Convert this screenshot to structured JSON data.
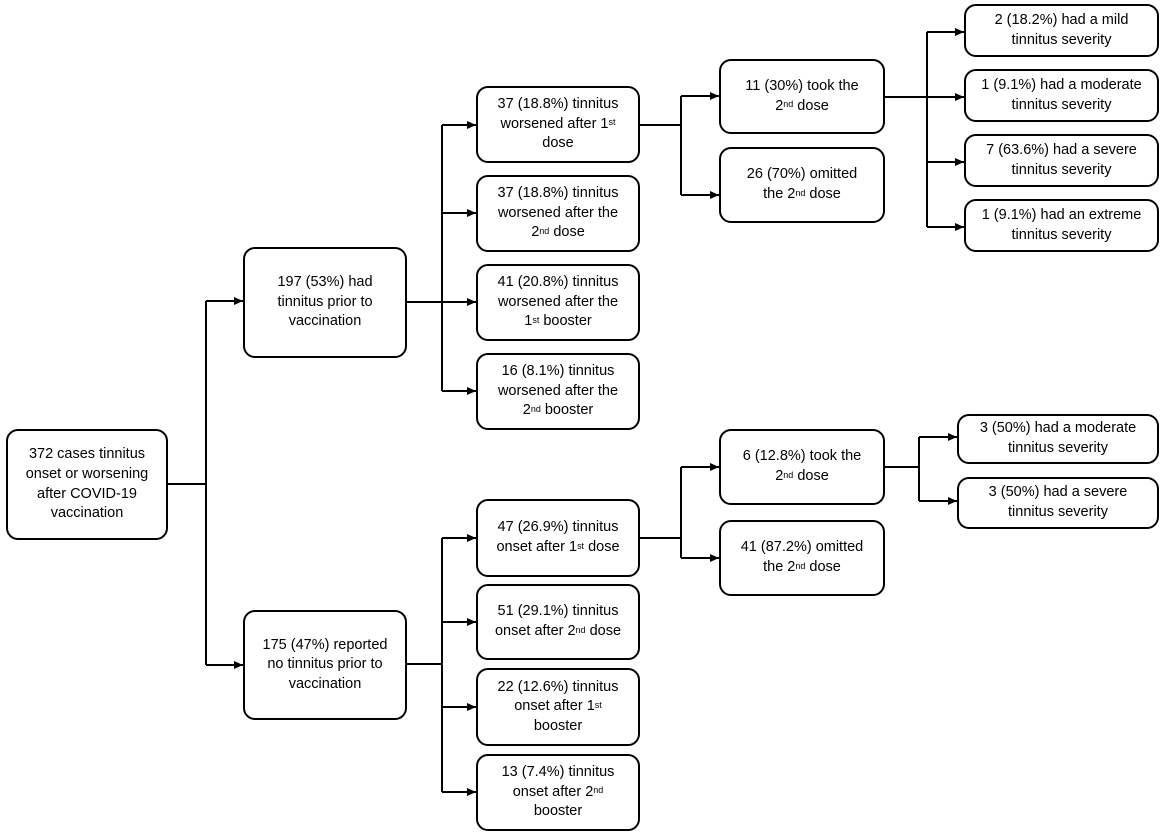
{
  "nodes": {
    "root": {
      "lines": [
        [
          "372 cases tinnitus"
        ],
        [
          "onset or worsening"
        ],
        [
          "after  COVID-19"
        ],
        [
          "vaccination"
        ]
      ]
    },
    "prior": {
      "lines": [
        [
          "197 (53%) had"
        ],
        [
          "tinnitus prior to"
        ],
        [
          "vaccination"
        ]
      ]
    },
    "noprior": {
      "lines": [
        [
          "175 (47%) reported"
        ],
        [
          "no tinnitus prior to"
        ],
        [
          "vaccination"
        ]
      ]
    },
    "w1": {
      "lines": [
        [
          "37 (18.8%) tinnitus"
        ],
        [
          "worsened after 1",
          "st"
        ],
        [
          "dose"
        ]
      ]
    },
    "w2": {
      "lines": [
        [
          "37 (18.8%) tinnitus"
        ],
        [
          "worsened after the"
        ],
        [
          "2",
          "nd",
          " dose"
        ]
      ]
    },
    "w3": {
      "lines": [
        [
          "41 (20.8%) tinnitus"
        ],
        [
          "worsened after the"
        ],
        [
          "1",
          "st",
          " booster"
        ]
      ]
    },
    "w4": {
      "lines": [
        [
          "16 (8.1%) tinnitus"
        ],
        [
          "worsened after the"
        ],
        [
          "2",
          "nd",
          " booster"
        ]
      ]
    },
    "took2": {
      "lines": [
        [
          "11 (30%) took the"
        ],
        [
          "2",
          "nd",
          " dose"
        ]
      ]
    },
    "omit2": {
      "lines": [
        [
          "26 (70%) omitted"
        ],
        [
          "the 2",
          "nd",
          " dose"
        ]
      ]
    },
    "s1": {
      "lines": [
        [
          "2 (18.2%) had a mild"
        ],
        [
          "tinnitus severity"
        ]
      ]
    },
    "s2": {
      "lines": [
        [
          "1 (9.1%) had a moderate"
        ],
        [
          "tinnitus severity"
        ]
      ]
    },
    "s3": {
      "lines": [
        [
          "7 (63.6%) had a severe"
        ],
        [
          "tinnitus severity"
        ]
      ]
    },
    "s4": {
      "lines": [
        [
          "1 (9.1%) had an extreme"
        ],
        [
          "tinnitus severity"
        ]
      ]
    },
    "o1": {
      "lines": [
        [
          "47 (26.9%) tinnitus"
        ],
        [
          "onset after 1",
          "st",
          " dose"
        ]
      ]
    },
    "o2": {
      "lines": [
        [
          "51 (29.1%) tinnitus"
        ],
        [
          "onset after 2",
          "nd",
          " dose"
        ]
      ]
    },
    "o3": {
      "lines": [
        [
          "22 (12.6%) tinnitus"
        ],
        [
          "onset after 1",
          "st"
        ],
        [
          "booster"
        ]
      ]
    },
    "o4": {
      "lines": [
        [
          "13 (7.4%) tinnitus"
        ],
        [
          "onset after 2",
          "nd"
        ],
        [
          "booster"
        ]
      ]
    },
    "took2b": {
      "lines": [
        [
          "6 (12.8%) took the"
        ],
        [
          "2",
          "nd",
          " dose"
        ]
      ]
    },
    "omit2b": {
      "lines": [
        [
          "41 (87.2%) omitted"
        ],
        [
          "the 2",
          "nd",
          " dose"
        ]
      ]
    },
    "t1": {
      "lines": [
        [
          "3 (50%) had a moderate"
        ],
        [
          "tinnitus severity"
        ]
      ]
    },
    "t2": {
      "lines": [
        [
          "3 (50%) had a severe"
        ],
        [
          "tinnitus severity"
        ]
      ]
    }
  }
}
